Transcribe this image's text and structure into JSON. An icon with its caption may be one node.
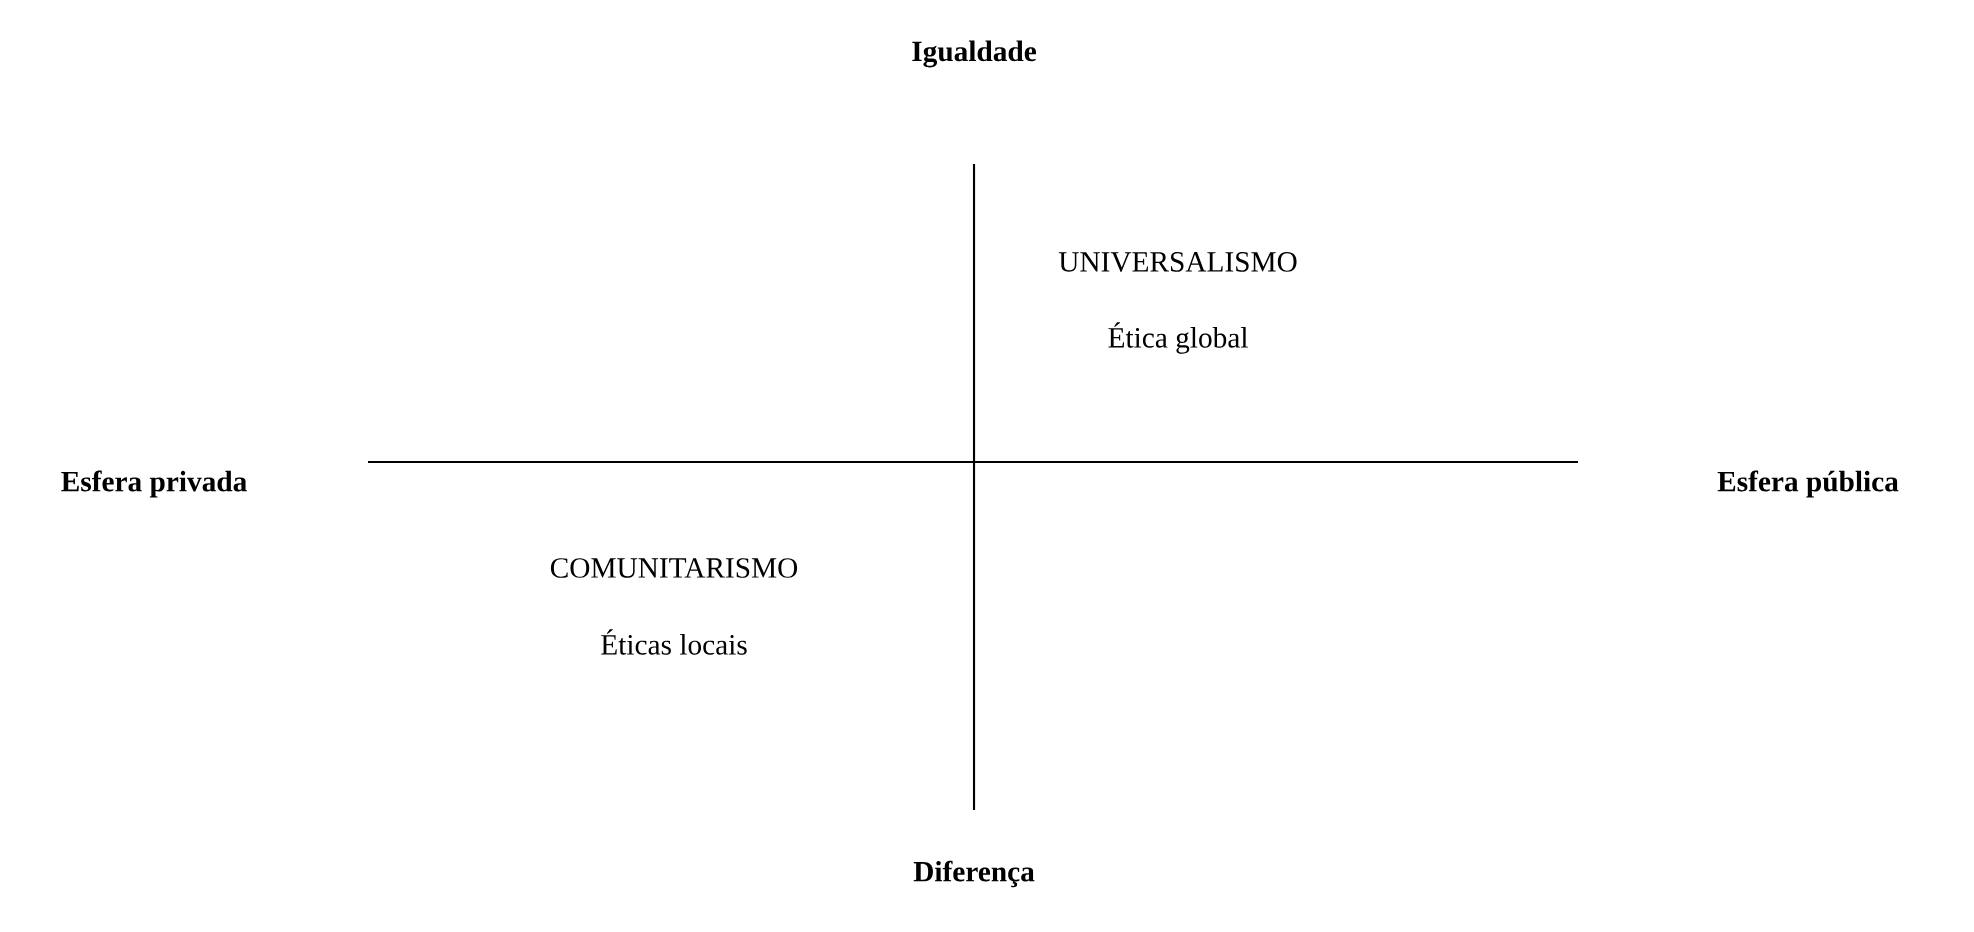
{
  "diagram": {
    "labels": [
      "Igualdade",
      "UNIVERSALISMO",
      "Ética global",
      "Esfera privada",
      "Esfera pública",
      "COMUNITARISMO",
      "Éticas locais",
      "Diferença"
    ]
  }
}
